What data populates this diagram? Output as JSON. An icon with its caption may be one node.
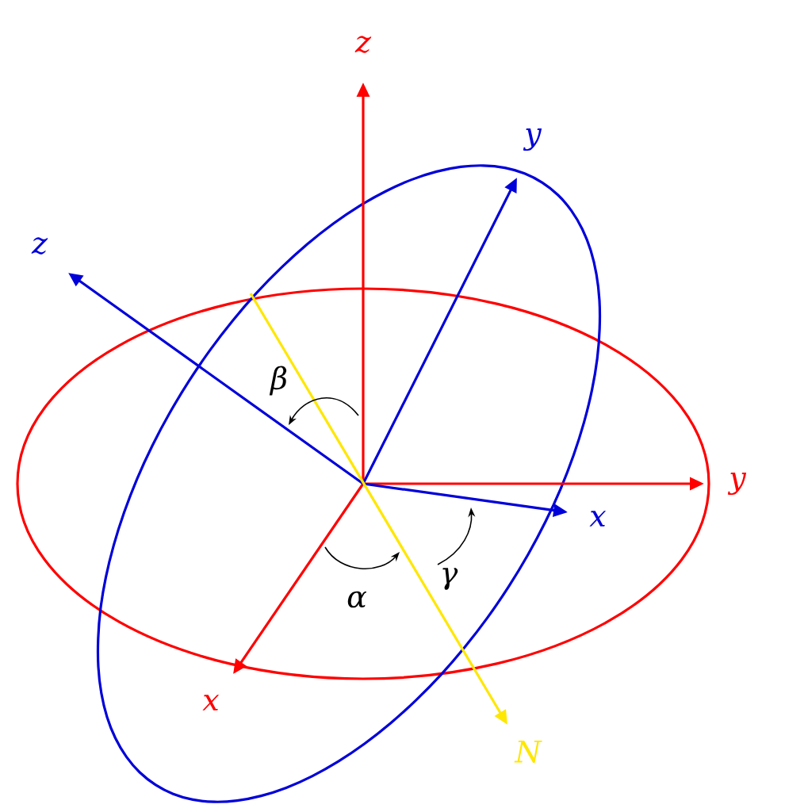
{
  "diagram": {
    "labels": [
      "z",
      "y",
      "z",
      "β",
      "y",
      "x",
      "α",
      "γ",
      "x",
      "N"
    ]
  }
}
